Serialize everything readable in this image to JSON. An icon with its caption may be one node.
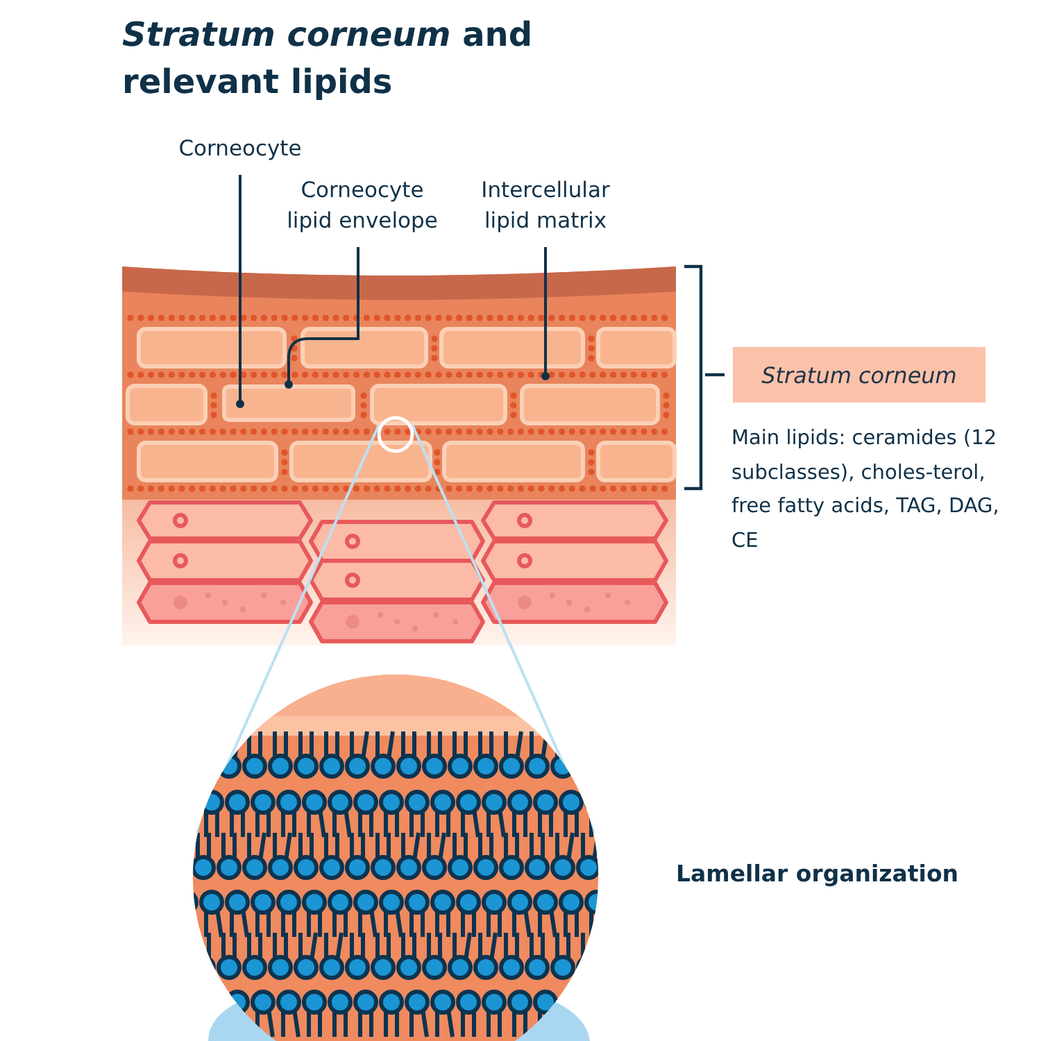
{
  "diagram": {
    "title": "*Stratum corneum* and relevant lipids",
    "nodes": [
      {
        "text": [
          "Corneocyte"
        ]
      },
      {
        "text": [
          "Corneocyte lipid envelope"
        ]
      },
      {
        "text": [
          "Intercellular lipid matrix"
        ]
      },
      {
        "text": [],
        "shape": "box"
      },
      {
        "text": [
          "Stratum corneum"
        ]
      }
    ],
    "edges": [
      {
        "from": 0,
        "to": 3,
        "arrow": "other"
      },
      {
        "from": 1,
        "to": 3,
        "arrow": "other"
      },
      {
        "from": 2,
        "to": null,
        "arrow": "other"
      }
    ],
    "labels": [
      "Main lipids: ceramides (12 subclasses), choles-terol, free fatty acids, TAG, DAG, CE",
      "Lamellar organization"
    ]
  }
}
